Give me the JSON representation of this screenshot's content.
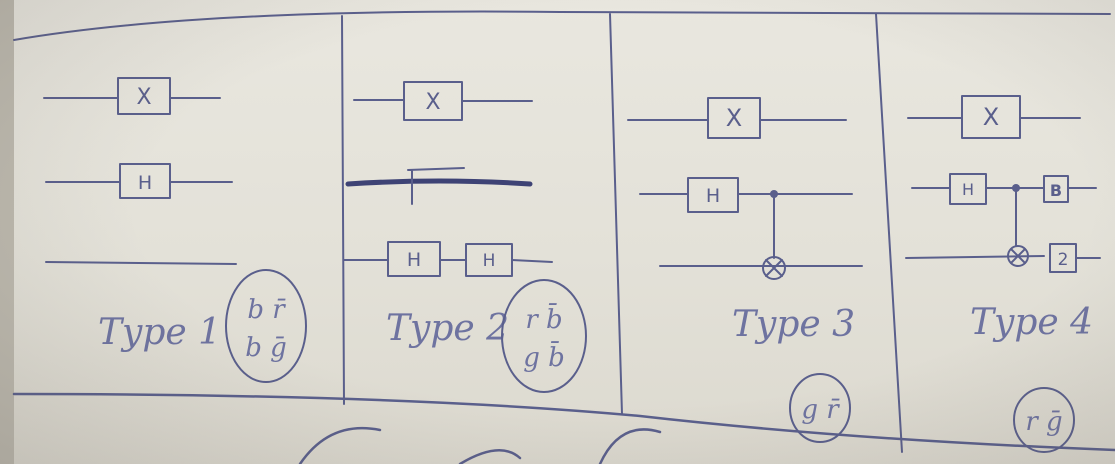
{
  "panels": [
    {
      "gates": {
        "top": "X",
        "middle": "H"
      },
      "type_label": "Type 1",
      "circled": [
        "b r̄",
        "b ḡ"
      ]
    },
    {
      "gates": {
        "top": "X",
        "bottom_1": "H",
        "bottom_2": "H"
      },
      "type_label": "Type 2",
      "circled": [
        "r b̄",
        "g b̄"
      ]
    },
    {
      "gates": {
        "top": "X",
        "middle": "H"
      },
      "type_label": "Type 3",
      "circled": [
        "g r̄"
      ]
    },
    {
      "gates": {
        "top": "X",
        "middle": "H",
        "middle_right": "B",
        "bottom_right": "2"
      },
      "type_label": "Type 4",
      "circled": [
        "r ḡ"
      ]
    }
  ],
  "colors": {
    "paper": "#e6e4dc",
    "ink": "#5a5f8c",
    "pencil_text": "#6e73a0"
  }
}
